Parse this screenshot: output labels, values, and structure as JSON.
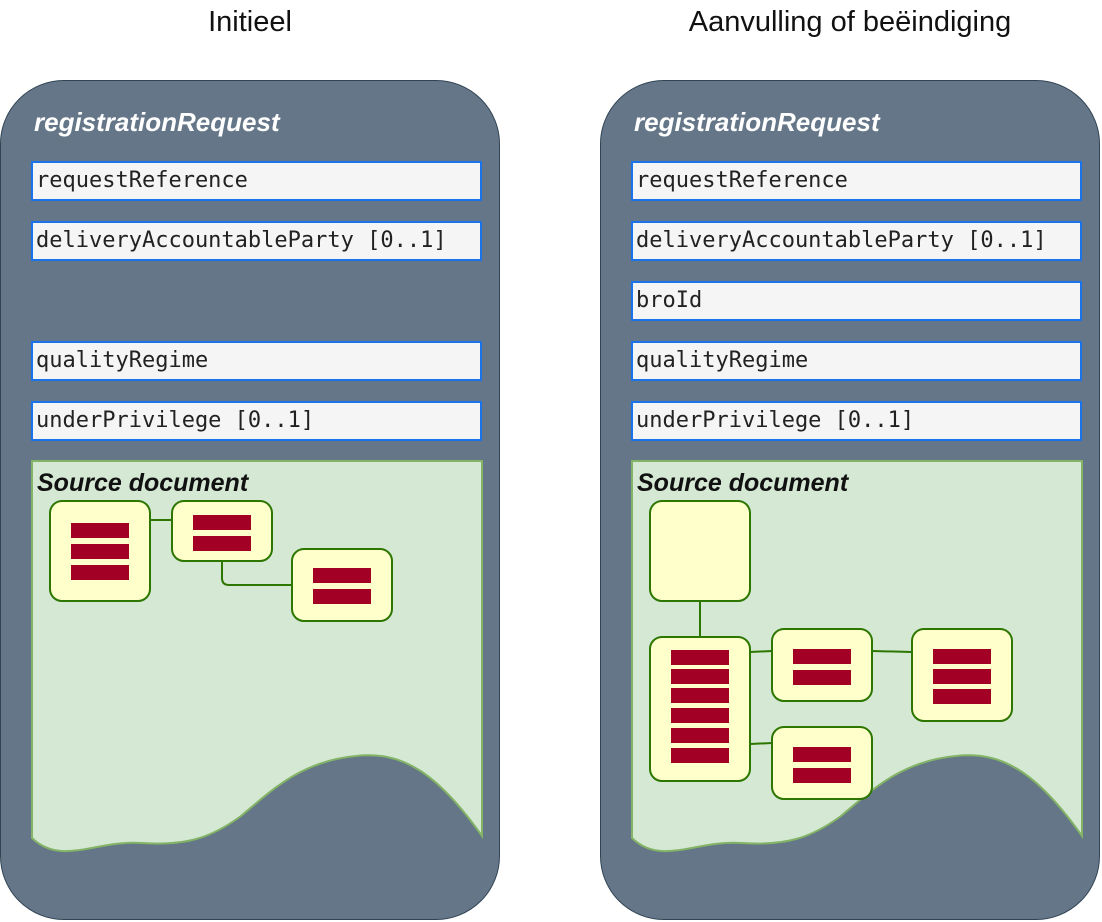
{
  "panels": [
    {
      "heading": "Initieel",
      "card_title": "registrationRequest",
      "fields": [
        "requestReference",
        "deliveryAccountableParty [0..1]",
        "",
        "qualityRegime",
        "underPrivilege [0..1]"
      ],
      "document_title": "Source document"
    },
    {
      "heading": "Aanvulling of beëindiging",
      "card_title": "registrationRequest",
      "fields": [
        "requestReference",
        "deliveryAccountableParty [0..1]",
        "broId",
        "qualityRegime",
        "underPrivilege [0..1]"
      ],
      "document_title": "Source document"
    }
  ],
  "colors": {
    "card_fill": "#647687",
    "document_fill": "#d5e8d4",
    "document_border": "#82b366",
    "node_fill": "#ffffcc",
    "node_border": "#2d7600",
    "bar_fill": "#a20025",
    "field_border": "#1a73e8",
    "field_fill": "#f5f5f5"
  }
}
